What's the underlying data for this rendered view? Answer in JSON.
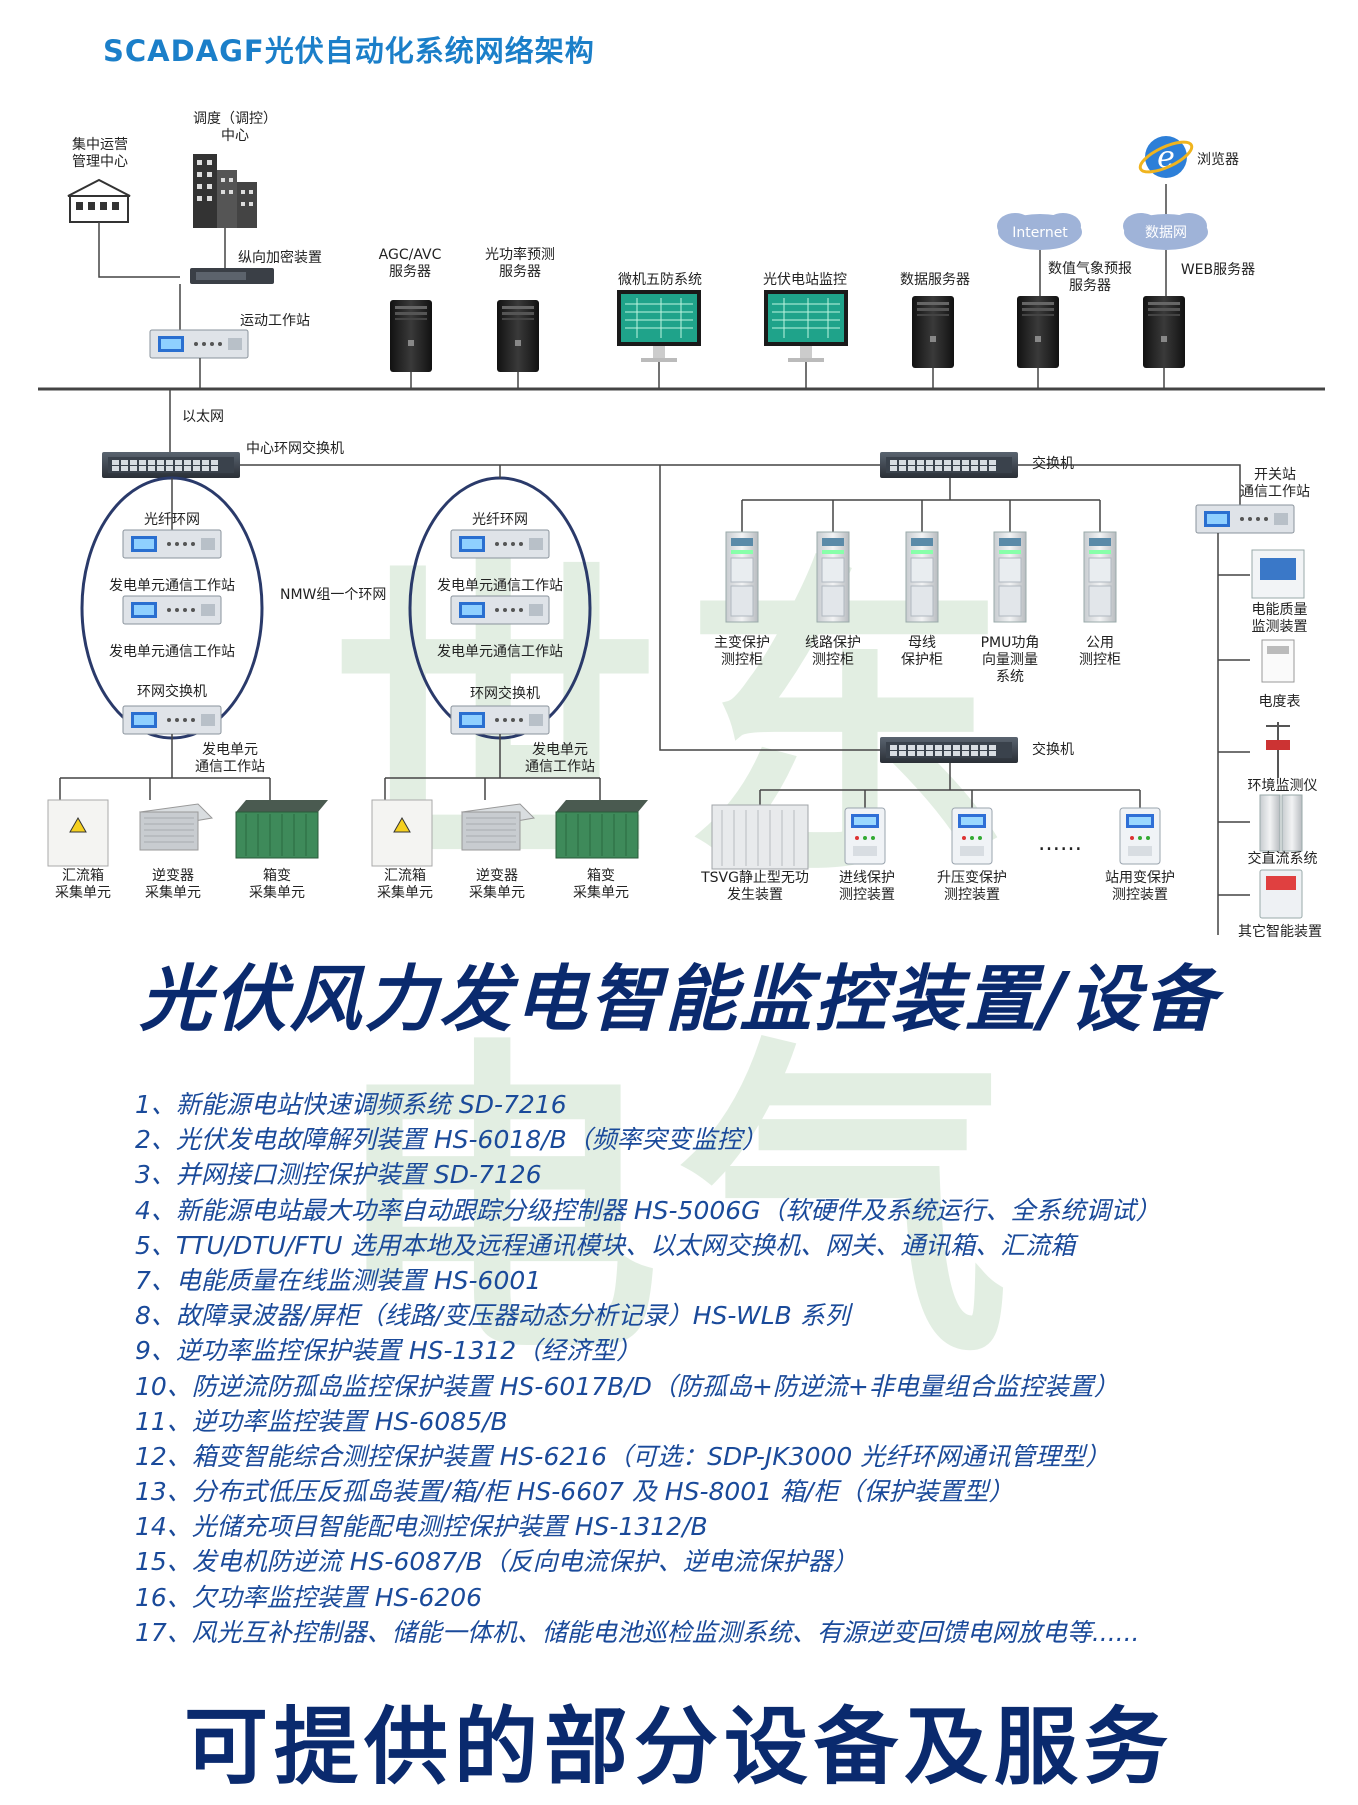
{
  "title": "SCADAGF光伏自动化系统网络架构",
  "colors": {
    "title": "#1b7fc9",
    "banner": "#0a2a6e",
    "list_text": "#1a4a9a",
    "watermark": "#4f9a4f",
    "ring": "#2a3a6a"
  },
  "top_nodes": {
    "central_ops": "集中运营\n管理中心",
    "dispatch": "调度（调控）\n中心",
    "encrypt": "纵向加密装置",
    "telecontrol": "运动工作站",
    "agc_avc": "AGC/AVC\n服务器",
    "pv_forecast": "光功率预测\n服务器",
    "five_prevention": "微机五防系统",
    "pv_monitor": "光伏电站监控",
    "data_server": "数据服务器",
    "internet": "Internet",
    "weather": "数值气象预报\n服务器",
    "browser": "浏览器",
    "datanet": "数据网",
    "web": "WEB服务器"
  },
  "network": {
    "ethernet": "以太网",
    "central_switch": "中心环网交换机",
    "switch1": "交换机",
    "switch2": "交换机",
    "nmw": "NMW组一个环网"
  },
  "ring_left": {
    "fiber": "光纤环网",
    "station1": "发电单元通信工作站",
    "station2": "发电单元通信工作站",
    "ring_switch": "环网交换机",
    "unit_station": "发电单元\n通信工作站"
  },
  "ring_right": {
    "fiber": "光纤环网",
    "station1": "发电单元通信工作站",
    "station2": "发电单元通信工作站",
    "ring_switch": "环网交换机",
    "unit_station": "发电单元\n通信工作站"
  },
  "field_left": [
    "汇流箱\n采集单元",
    "逆变器\n采集单元",
    "箱变\n采集单元"
  ],
  "field_right": [
    "汇流箱\n采集单元",
    "逆变器\n采集单元",
    "箱变\n采集单元"
  ],
  "cabinets": [
    "主变保护\n测控柜",
    "线路保护\n测控柜",
    "母线\n保护柜",
    "PMU功角\n向量测量\n系统",
    "公用\n测控柜"
  ],
  "bottom_devices": [
    "TSVG静止型无功\n发生装置",
    "进线保护\n测控装置",
    "升压变保护\n测控装置",
    "站用变保护\n测控装置"
  ],
  "ellipsis": "……",
  "side": {
    "switch_station": "开关站\n通信工作站",
    "power_quality": "电能质量\n监测装置",
    "meter": "电度表",
    "env_monitor": "环境监测仪",
    "acdc": "交直流系统",
    "other": "其它智能装置"
  },
  "banner1": "光伏风力发电智能监控装置/设备",
  "products": [
    "1、新能源电站快速调频系统 SD-7216",
    "2、光伏发电故障解列装置 HS-6018/B（频率突变监控）",
    "3、并网接口测控保护装置 SD-7126",
    "4、新能源电站最大功率自动跟踪分级控制器 HS-5006G（软硬件及系统运行、全系统调试）",
    "5、TTU/DTU/FTU 选用本地及远程通讯模块、以太网交换机、网关、通讯箱、汇流箱",
    "7、电能质量在线监测装置 HS-6001",
    "8、故障录波器/屏柜（线路/变压器动态分析记录）HS-WLB 系列",
    "9、逆功率监控保护装置 HS-1312（经济型）",
    "10、防逆流防孤岛监控保护装置 HS-6017B/D（防孤岛+防逆流+非电量组合监控装置）",
    "11、逆功率监控装置 HS-6085/B",
    "12、箱变智能综合测控保护装置 HS-6216（可选：SDP-JK3000 光纤环网通讯管理型）",
    "13、分布式低压反孤岛装置/箱/柜 HS-6607 及 HS-8001 箱/柜（保护装置型）",
    "14、光储充项目智能配电测控保护装置 HS-1312/B",
    "15、发电机防逆流 HS-6087/B（反向电流保护、逆电流保护器）",
    "16、欠功率监控装置 HS-6206",
    "17、风光互补控制器、储能一体机、储能电池巡检监测系统、有源逆变回馈电网放电等......"
  ],
  "banner2": "可提供的部分设备及服务",
  "watermark": [
    "世",
    "东",
    "电",
    "气"
  ]
}
